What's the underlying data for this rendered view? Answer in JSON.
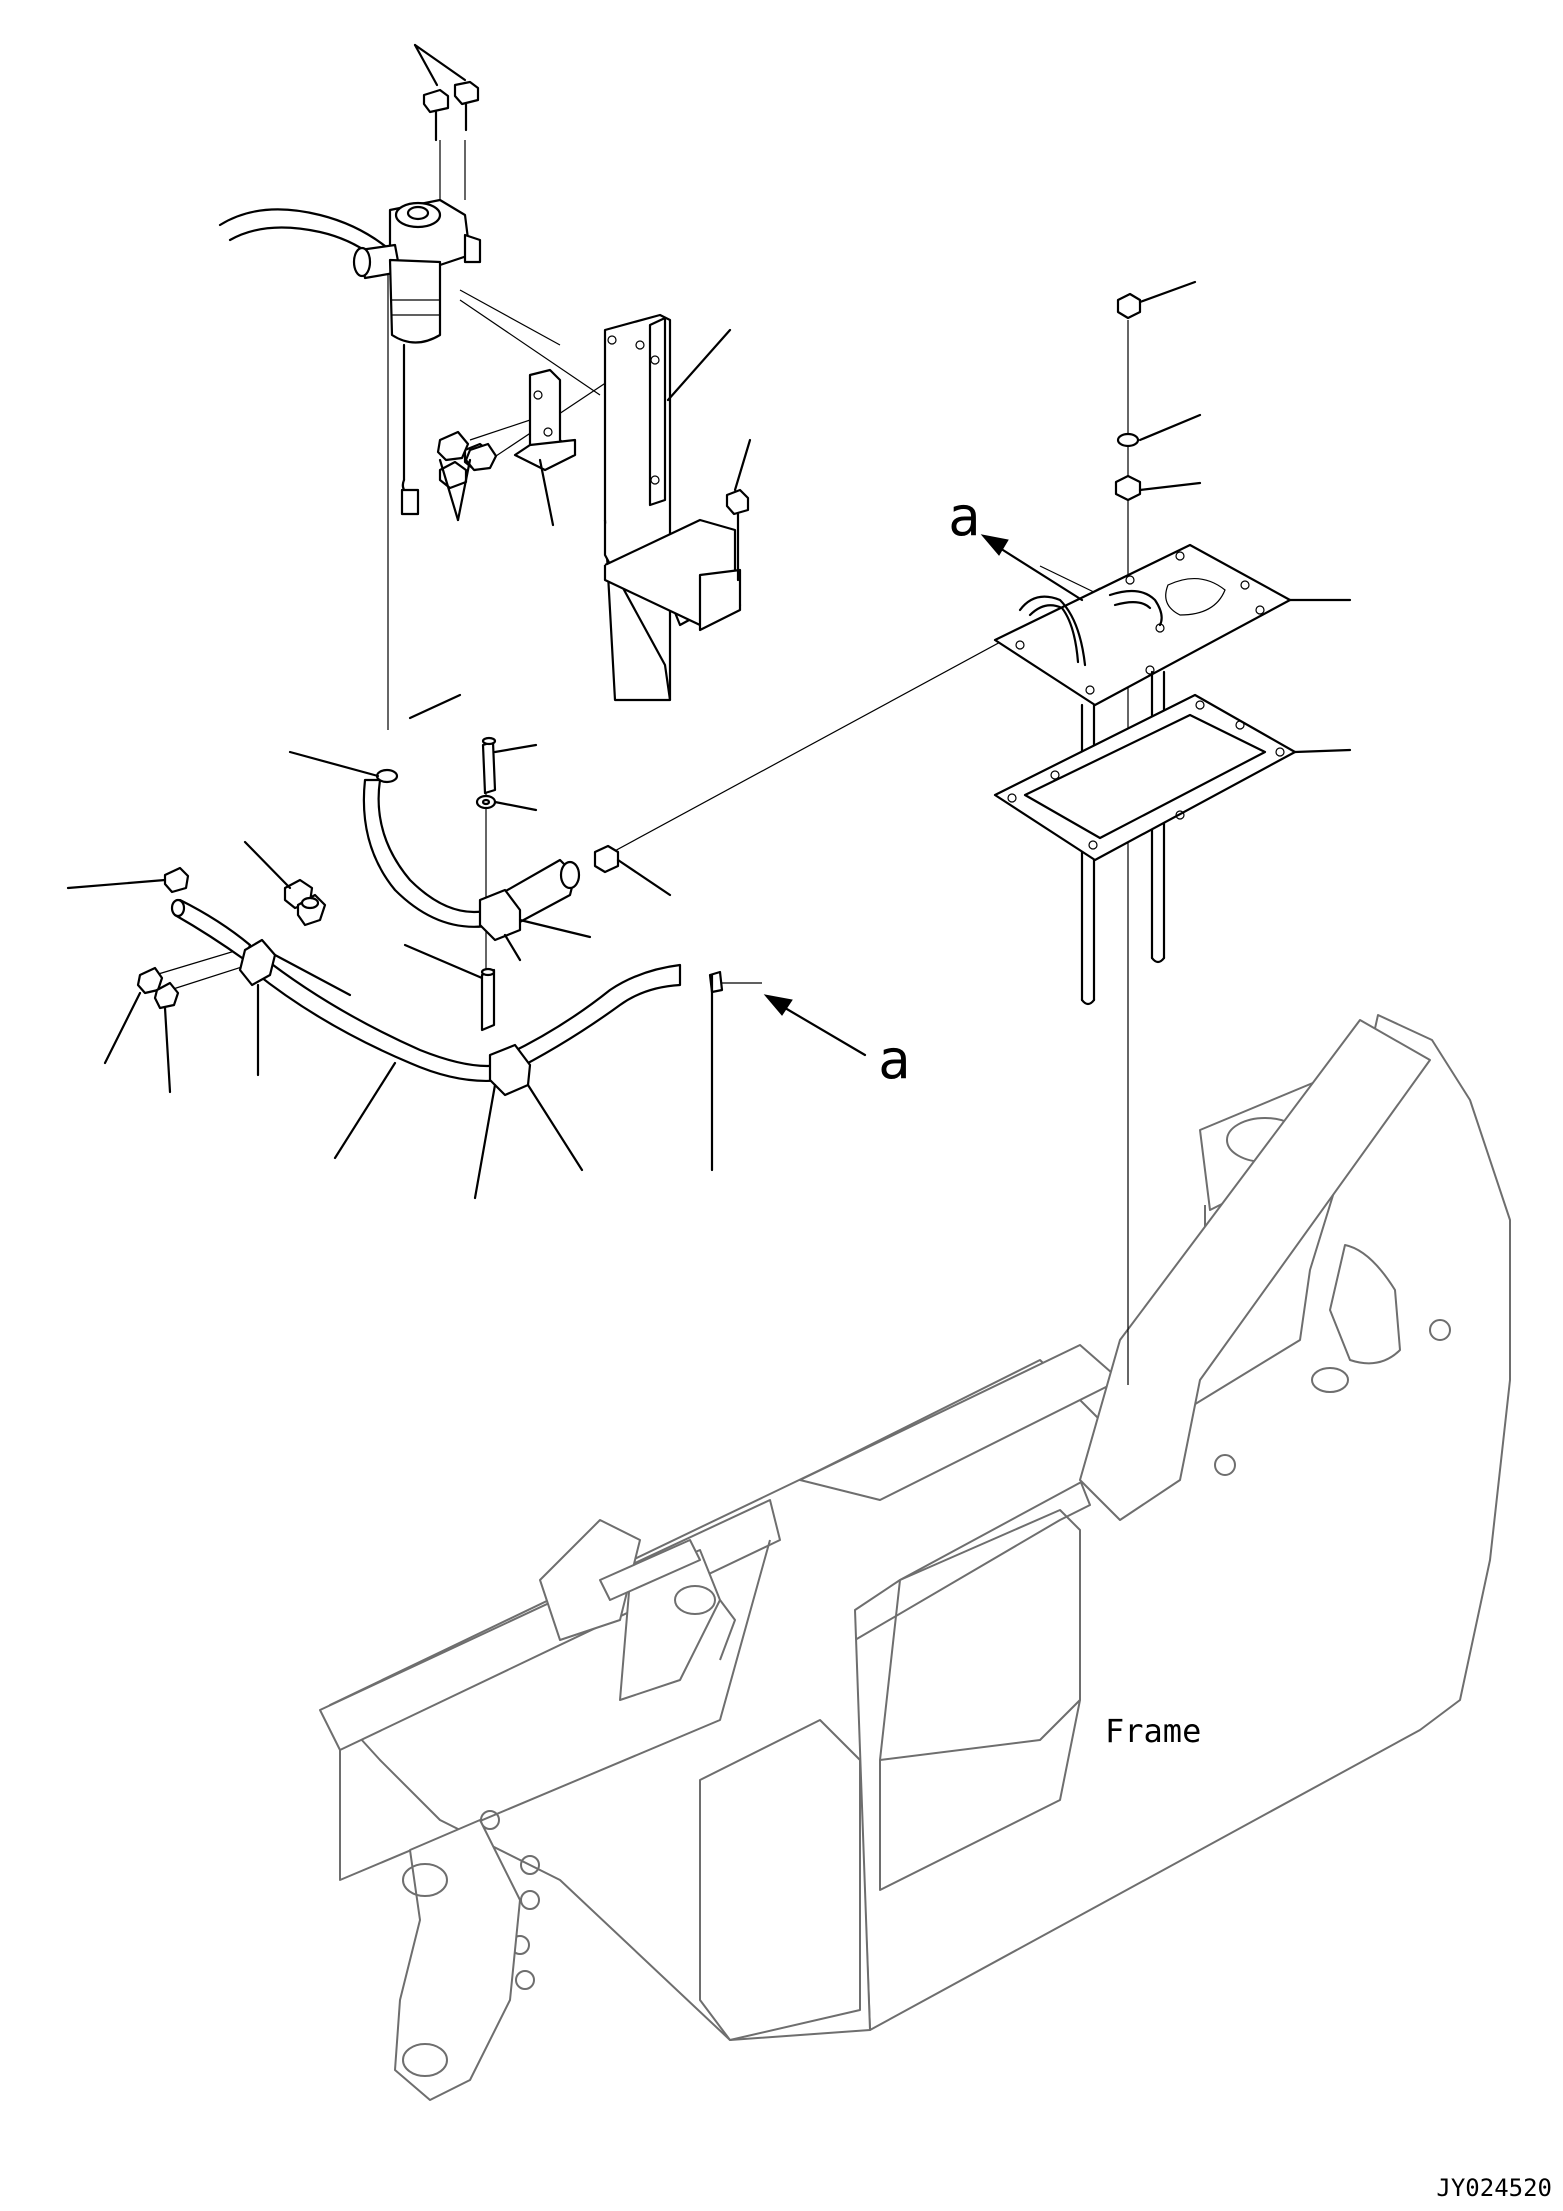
{
  "labels": {
    "view_a_top": "a",
    "view_a_bottom": "a",
    "frame": "Frame",
    "drawing_number": "JY024520"
  }
}
